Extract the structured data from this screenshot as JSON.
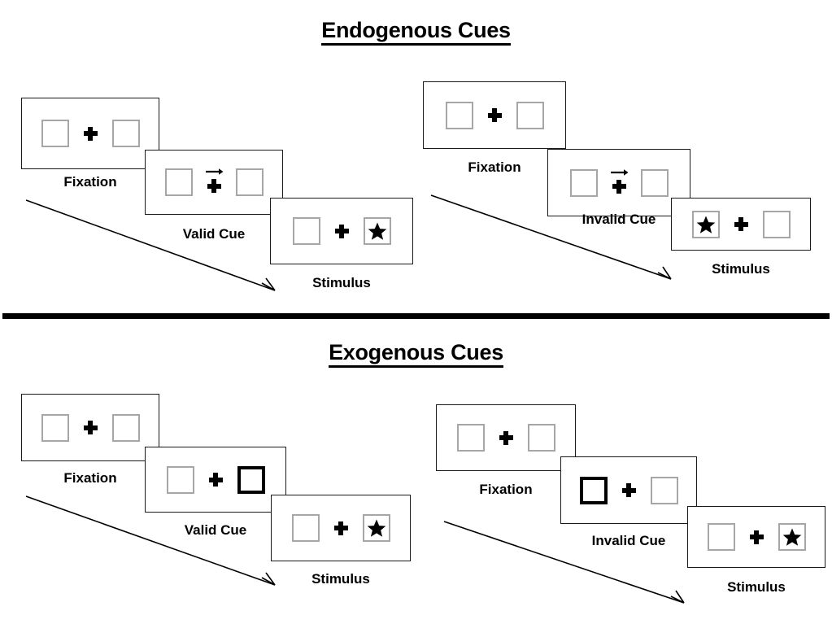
{
  "sections": [
    {
      "id": "endogenous",
      "title": "Endogenous Cues",
      "columns": [
        {
          "id": "endogenous-valid",
          "panels": [
            {
              "id": "fixation",
              "caption": "Fixation",
              "left_content": "empty",
              "right_content": "empty",
              "cue": "none",
              "cued_side": "none"
            },
            {
              "id": "cue",
              "caption": "Valid Cue",
              "left_content": "empty",
              "right_content": "empty",
              "cue": "arrow-right",
              "cued_side": "none"
            },
            {
              "id": "stimulus",
              "caption": "Stimulus",
              "left_content": "empty",
              "right_content": "star",
              "cue": "none",
              "cued_side": "none"
            }
          ]
        },
        {
          "id": "endogenous-invalid",
          "panels": [
            {
              "id": "fixation",
              "caption": "Fixation",
              "left_content": "empty",
              "right_content": "empty",
              "cue": "none",
              "cued_side": "none"
            },
            {
              "id": "cue",
              "caption": "Invalid Cue",
              "left_content": "empty",
              "right_content": "empty",
              "cue": "arrow-right",
              "cued_side": "none"
            },
            {
              "id": "stimulus",
              "caption": "Stimulus",
              "left_content": "star",
              "right_content": "empty",
              "cue": "none",
              "cued_side": "none"
            }
          ]
        }
      ]
    },
    {
      "id": "exogenous",
      "title": "Exogenous Cues",
      "columns": [
        {
          "id": "exogenous-valid",
          "panels": [
            {
              "id": "fixation",
              "caption": "Fixation",
              "left_content": "empty",
              "right_content": "empty",
              "cue": "none",
              "cued_side": "none"
            },
            {
              "id": "cue",
              "caption": "Valid Cue",
              "left_content": "empty",
              "right_content": "empty",
              "cue": "box-highlight",
              "cued_side": "right"
            },
            {
              "id": "stimulus",
              "caption": "Stimulus",
              "left_content": "empty",
              "right_content": "star",
              "cue": "none",
              "cued_side": "none"
            }
          ]
        },
        {
          "id": "exogenous-invalid",
          "panels": [
            {
              "id": "fixation",
              "caption": "Fixation",
              "left_content": "empty",
              "right_content": "empty",
              "cue": "none",
              "cued_side": "none"
            },
            {
              "id": "cue",
              "caption": "Invalid Cue",
              "left_content": "empty",
              "right_content": "empty",
              "cue": "box-highlight",
              "cued_side": "left"
            },
            {
              "id": "stimulus",
              "caption": "Stimulus",
              "left_content": "empty",
              "right_content": "star",
              "cue": "none",
              "cued_side": "none"
            }
          ]
        }
      ]
    }
  ],
  "icons": {
    "star": "star-icon",
    "fixation_cross": "plus-icon",
    "arrow_cue": "arrow-right-icon",
    "time_arrow": "time-progression-arrow-icon"
  },
  "colors": {
    "ink": "#000000",
    "frame_border": "#1a1a1a",
    "box_border": "#a6a6a6",
    "cued_box_border": "#000000",
    "background": "#ffffff"
  }
}
